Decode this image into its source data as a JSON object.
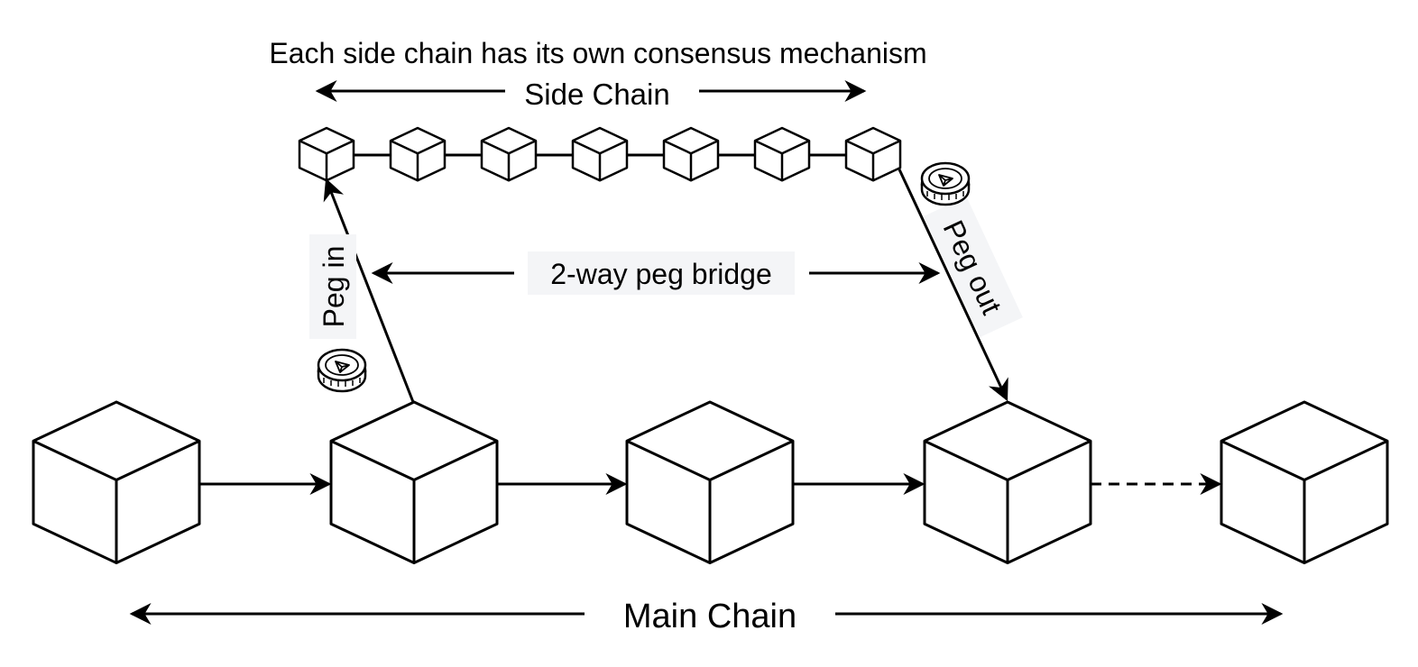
{
  "labels": {
    "top_caption": "Each side chain has its own consensus mechanism",
    "side_chain": "Side Chain",
    "bridge": "2-way peg bridge",
    "peg_in": "Peg in",
    "peg_out": "Peg out",
    "main_chain": "Main Chain"
  },
  "main_chain": {
    "block_count": 5,
    "links": [
      "solid",
      "solid",
      "solid",
      "dashed"
    ]
  },
  "side_chain": {
    "block_count": 7
  },
  "icons": [
    "coin-icon",
    "coin-icon"
  ],
  "colors": {
    "stroke": "#000000",
    "background": "#ffffff",
    "label_bg": "#f4f5f7"
  }
}
